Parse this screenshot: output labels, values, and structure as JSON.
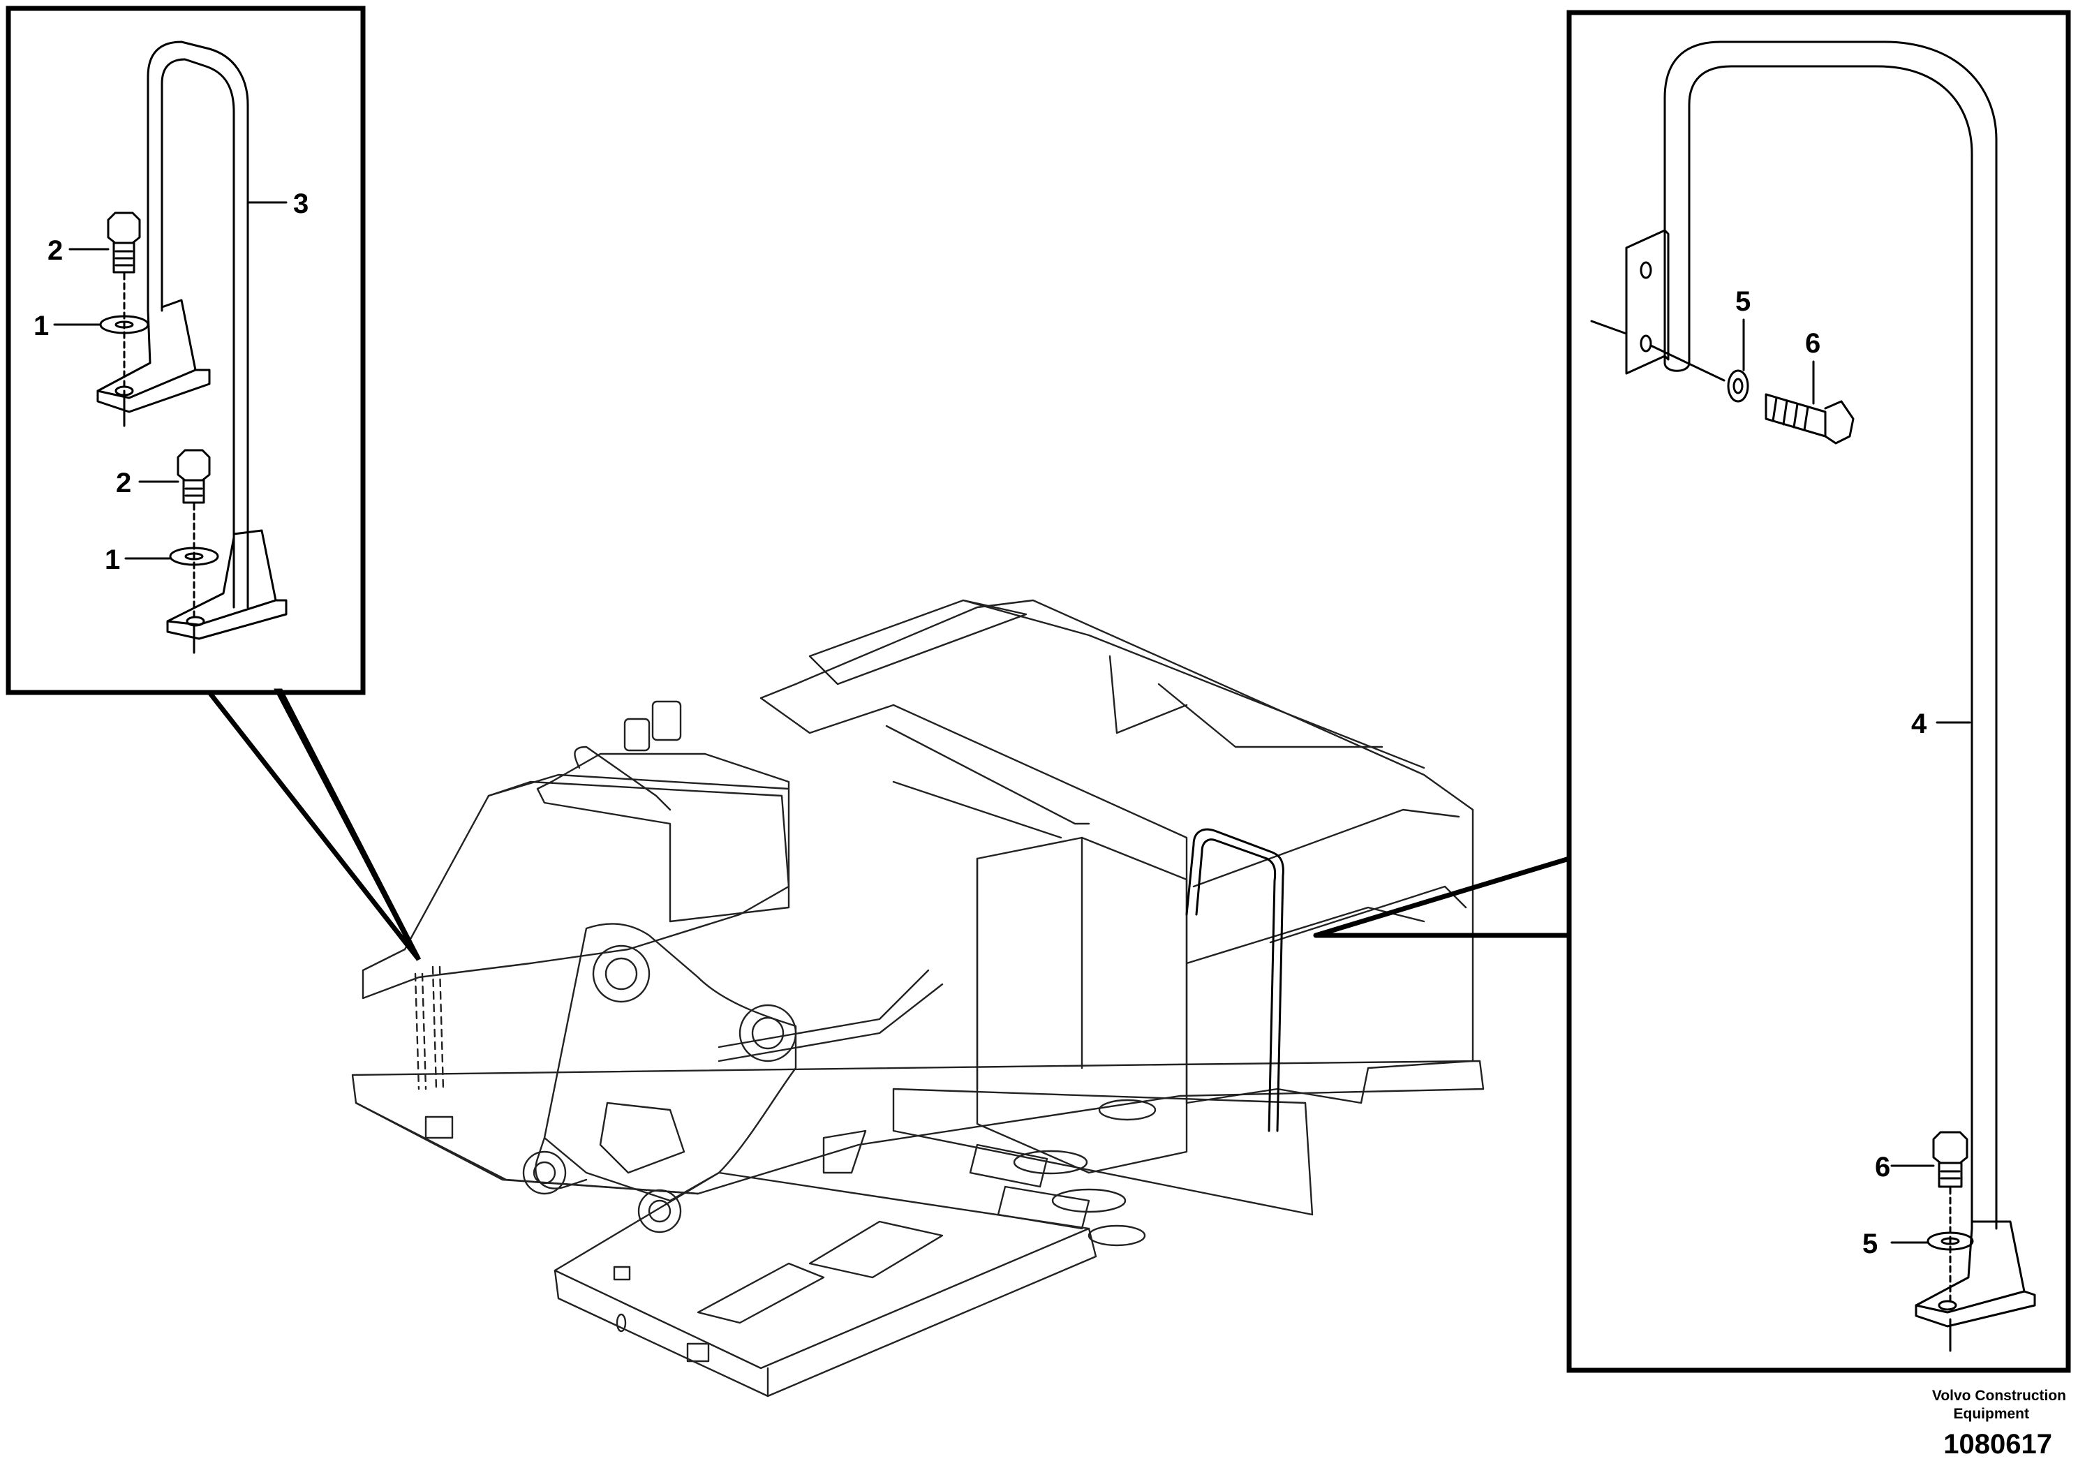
{
  "labels": {
    "p1a": "2",
    "p1b": "1",
    "p1c": "2",
    "p1d": "1",
    "p1e": "3",
    "p2a": "5",
    "p2b": "6",
    "p2c": "4",
    "p2d": "6",
    "p2e": "5"
  },
  "credit": {
    "line1": "Volvo Construction",
    "line2": "Equipment"
  },
  "part_number": "1080617"
}
